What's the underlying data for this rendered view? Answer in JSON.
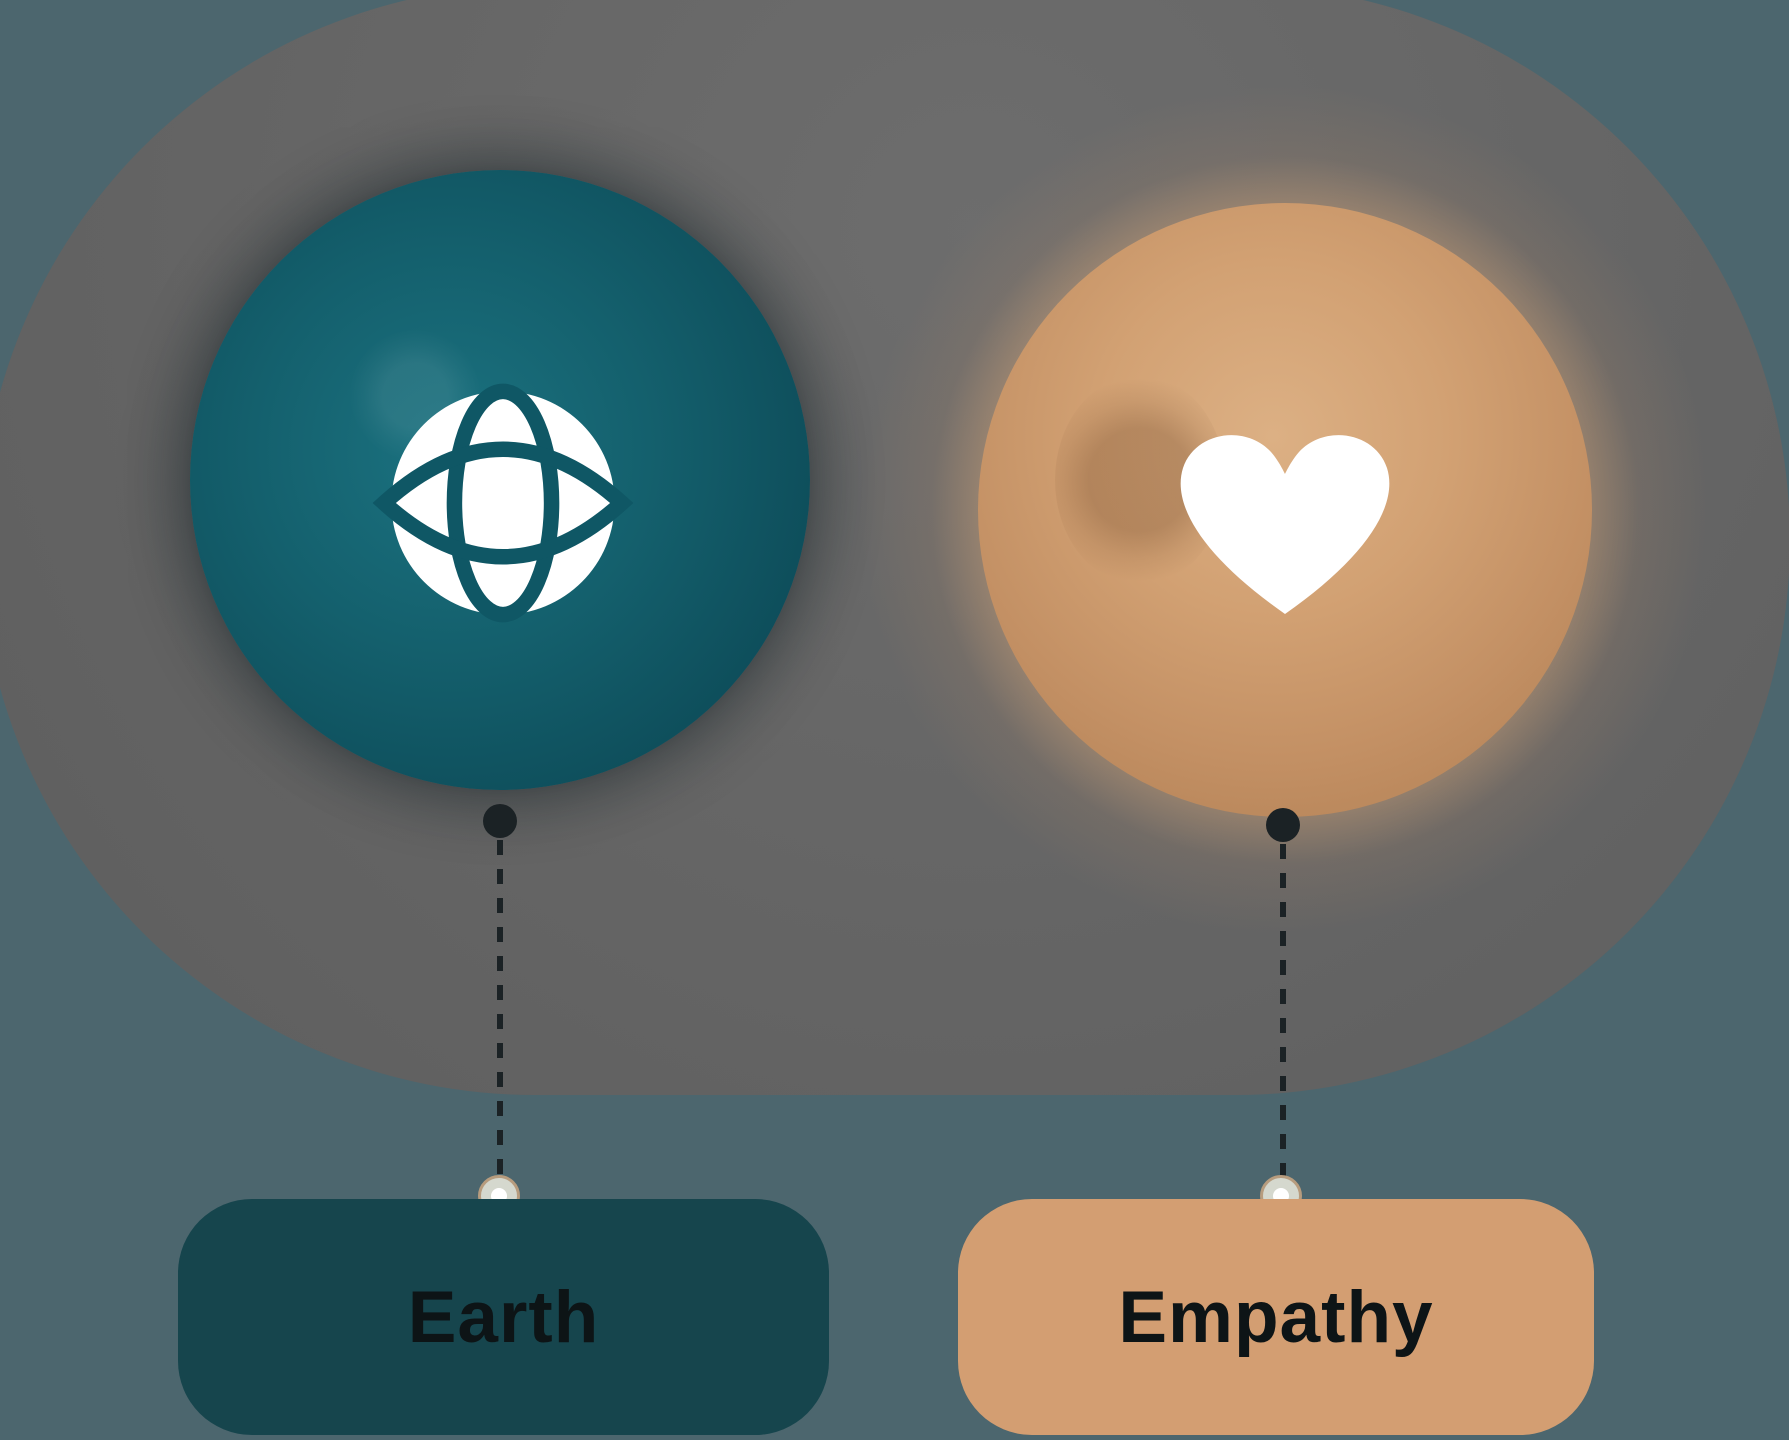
{
  "title": "Earth and Empathy diagram",
  "theme": {
    "background": "#4C666E",
    "panel": "#656565",
    "teal-sphere-light": "#1B7280",
    "teal-sphere-dark": "#0A4350",
    "tan-sphere-light": "#DCB084",
    "tan-sphere-dark": "#AD7C50",
    "teal-pill": "#16454D",
    "tan-pill": "#D39E72",
    "icon-stroke": "#0F5765",
    "icon-fill": "#FFFFFF",
    "connector": "#1B2225",
    "ring-fill": "#D5D8CE",
    "ring-border": "#B79C7E",
    "text-dark": "#0D1416"
  },
  "items": [
    {
      "id": "earth",
      "label": "Earth",
      "icon": "globe-icon"
    },
    {
      "id": "empathy",
      "label": "Empathy",
      "icon": "heart-icon"
    }
  ]
}
